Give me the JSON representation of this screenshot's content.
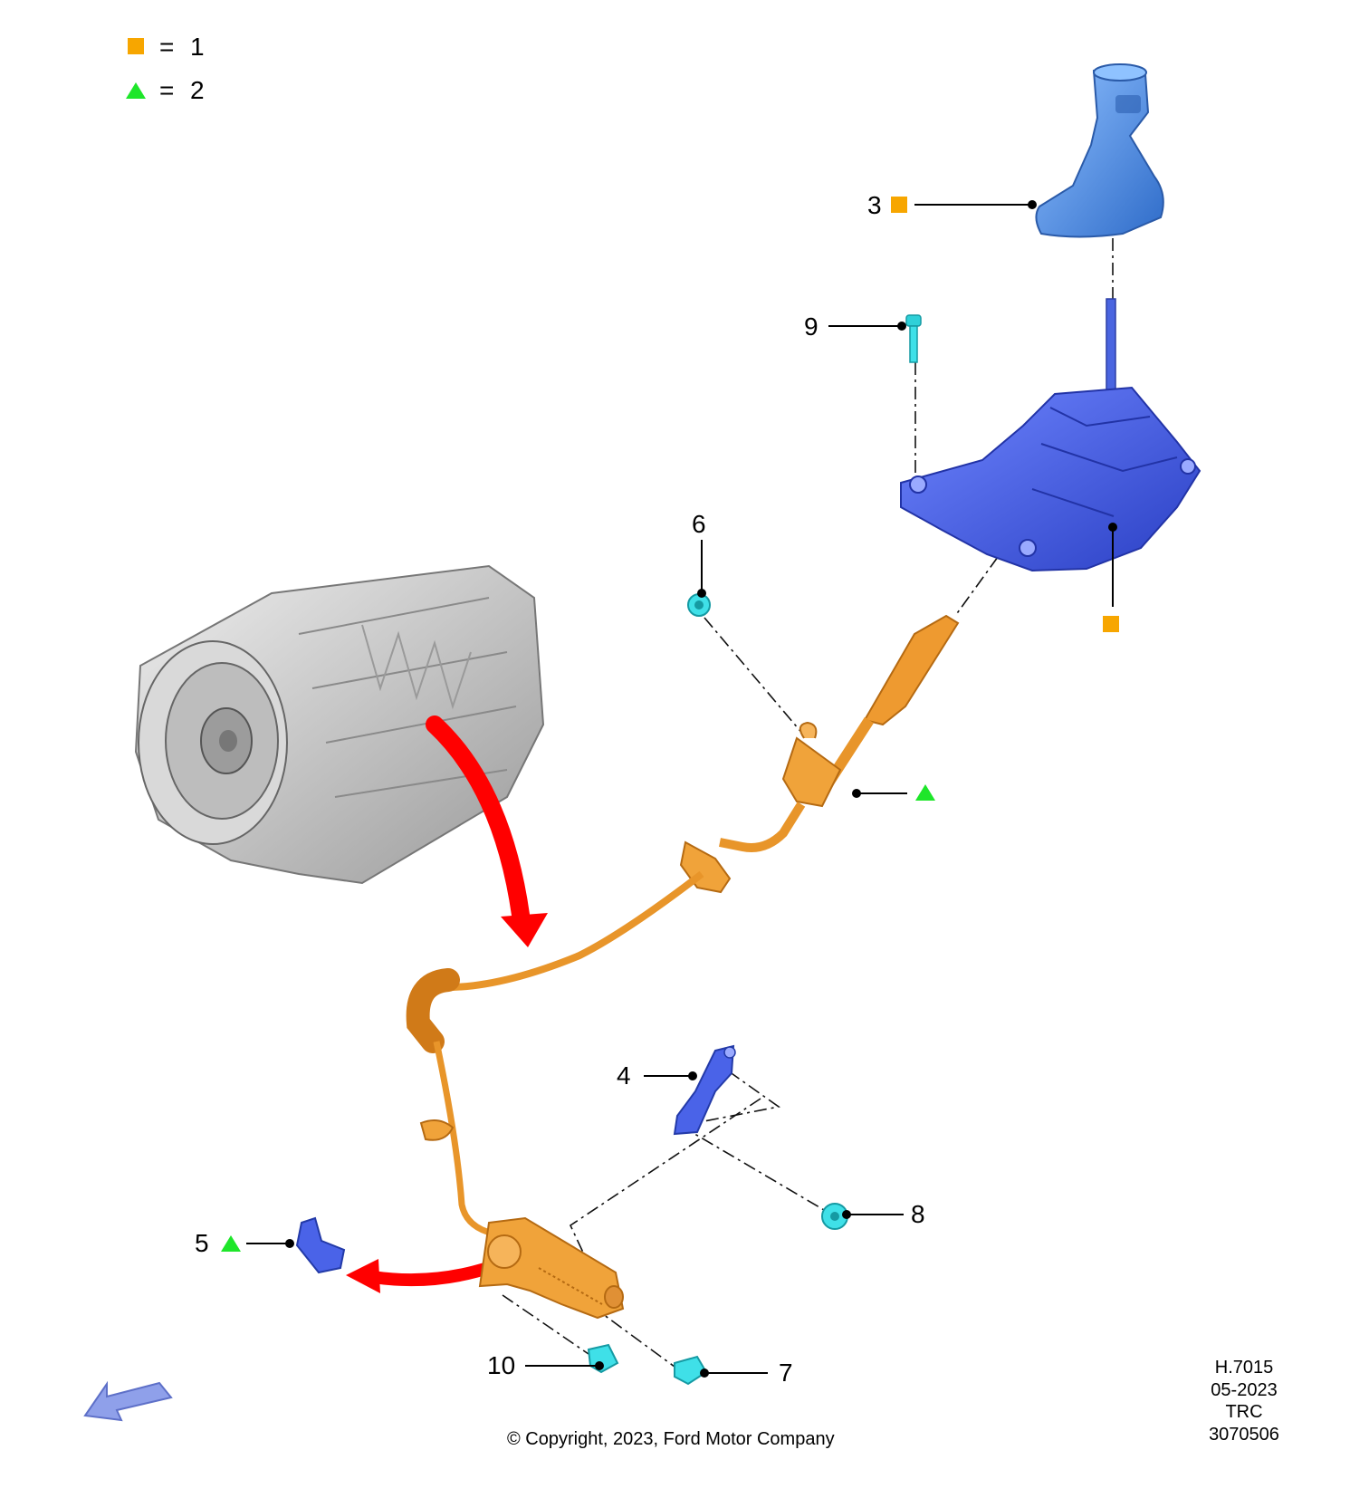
{
  "colors": {
    "square_marker": "#f7a600",
    "triangle_marker": "#1ee62a",
    "arrow": "#ff0000",
    "cable": "#e8952a",
    "housing": "#3f5de8",
    "knob": "#4f8fe6",
    "fastener": "#2fd0d8",
    "bracket": "#3d55d0",
    "transmission": "#c8c8c8",
    "direction_arrow": "#8fa0ea"
  },
  "legend": [
    {
      "symbol": "square-icon",
      "equals": "=",
      "value": "1"
    },
    {
      "symbol": "triangle-icon",
      "equals": "=",
      "value": "2"
    }
  ],
  "callouts": {
    "c3": "3",
    "c4": "4",
    "c5": "5",
    "c6": "6",
    "c7": "7",
    "c8": "8",
    "c9": "9",
    "c10": "10"
  },
  "stamp": {
    "code": "H.7015",
    "date": "05-2023",
    "region": "TRC",
    "number": "3070506"
  },
  "copyright": "© Copyright, 2023, Ford Motor Company"
}
